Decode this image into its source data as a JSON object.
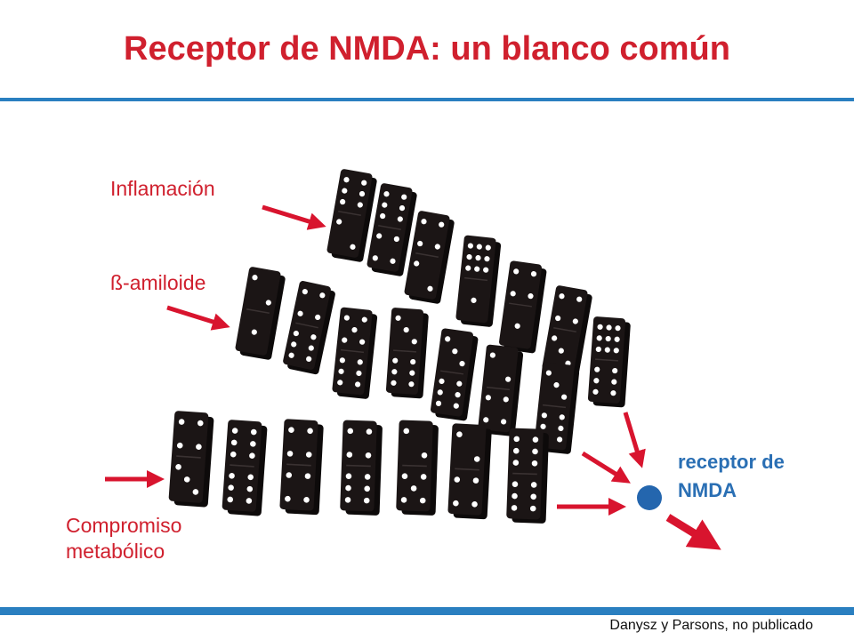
{
  "slide": {
    "title": "Receptor de NMDA: un blanco común",
    "credit": "Danysz y Parsons, no publicado"
  },
  "labels": {
    "inflammation": "Inflamación",
    "amyloid": "ß-amiloide",
    "metabolic_line1": "Compromiso",
    "metabolic_line2": "metabólico",
    "receptor_line1": "receptor de",
    "receptor_line2": "NMDA"
  },
  "colors": {
    "title_red": "#d0202e",
    "arrow_red": "#d8142e",
    "rule_blue": "#2a7fc0",
    "receptor_blue": "#2466ae",
    "domino_black": "#1b1515",
    "pip_white": "#ffffff"
  },
  "dominoes": [
    {
      "name": "domino-row1-1",
      "pips": [
        6,
        2
      ]
    },
    {
      "name": "domino-row1-2",
      "pips": [
        6,
        4
      ]
    },
    {
      "name": "domino-row1-3",
      "pips": [
        4,
        2
      ]
    },
    {
      "name": "domino-row1-4",
      "pips": [
        9,
        1
      ]
    },
    {
      "name": "domino-row1-5",
      "pips": [
        4,
        1
      ]
    },
    {
      "name": "domino-row1-6",
      "pips": [
        4,
        3
      ]
    },
    {
      "name": "domino-row1-7",
      "pips": [
        9,
        6
      ]
    },
    {
      "name": "domino-row2-1",
      "pips": [
        2,
        1
      ]
    },
    {
      "name": "domino-row2-2",
      "pips": [
        4,
        6
      ]
    },
    {
      "name": "domino-row2-3",
      "pips": [
        5,
        6
      ]
    },
    {
      "name": "domino-row2-4",
      "pips": [
        3,
        6
      ]
    },
    {
      "name": "domino-row2-5",
      "pips": [
        3,
        6
      ]
    },
    {
      "name": "domino-row2-6",
      "pips": [
        2,
        4
      ]
    },
    {
      "name": "domino-row2-7",
      "pips": [
        3,
        6
      ]
    },
    {
      "name": "domino-row3-1",
      "pips": [
        4,
        3
      ]
    },
    {
      "name": "domino-row3-2",
      "pips": [
        6,
        6
      ]
    },
    {
      "name": "domino-row3-3",
      "pips": [
        4,
        4
      ]
    },
    {
      "name": "domino-row3-4",
      "pips": [
        4,
        6
      ]
    },
    {
      "name": "domino-row3-5",
      "pips": [
        2,
        5
      ]
    },
    {
      "name": "domino-row3-6",
      "pips": [
        2,
        4
      ]
    },
    {
      "name": "domino-row3-7",
      "pips": [
        6,
        6
      ]
    }
  ]
}
